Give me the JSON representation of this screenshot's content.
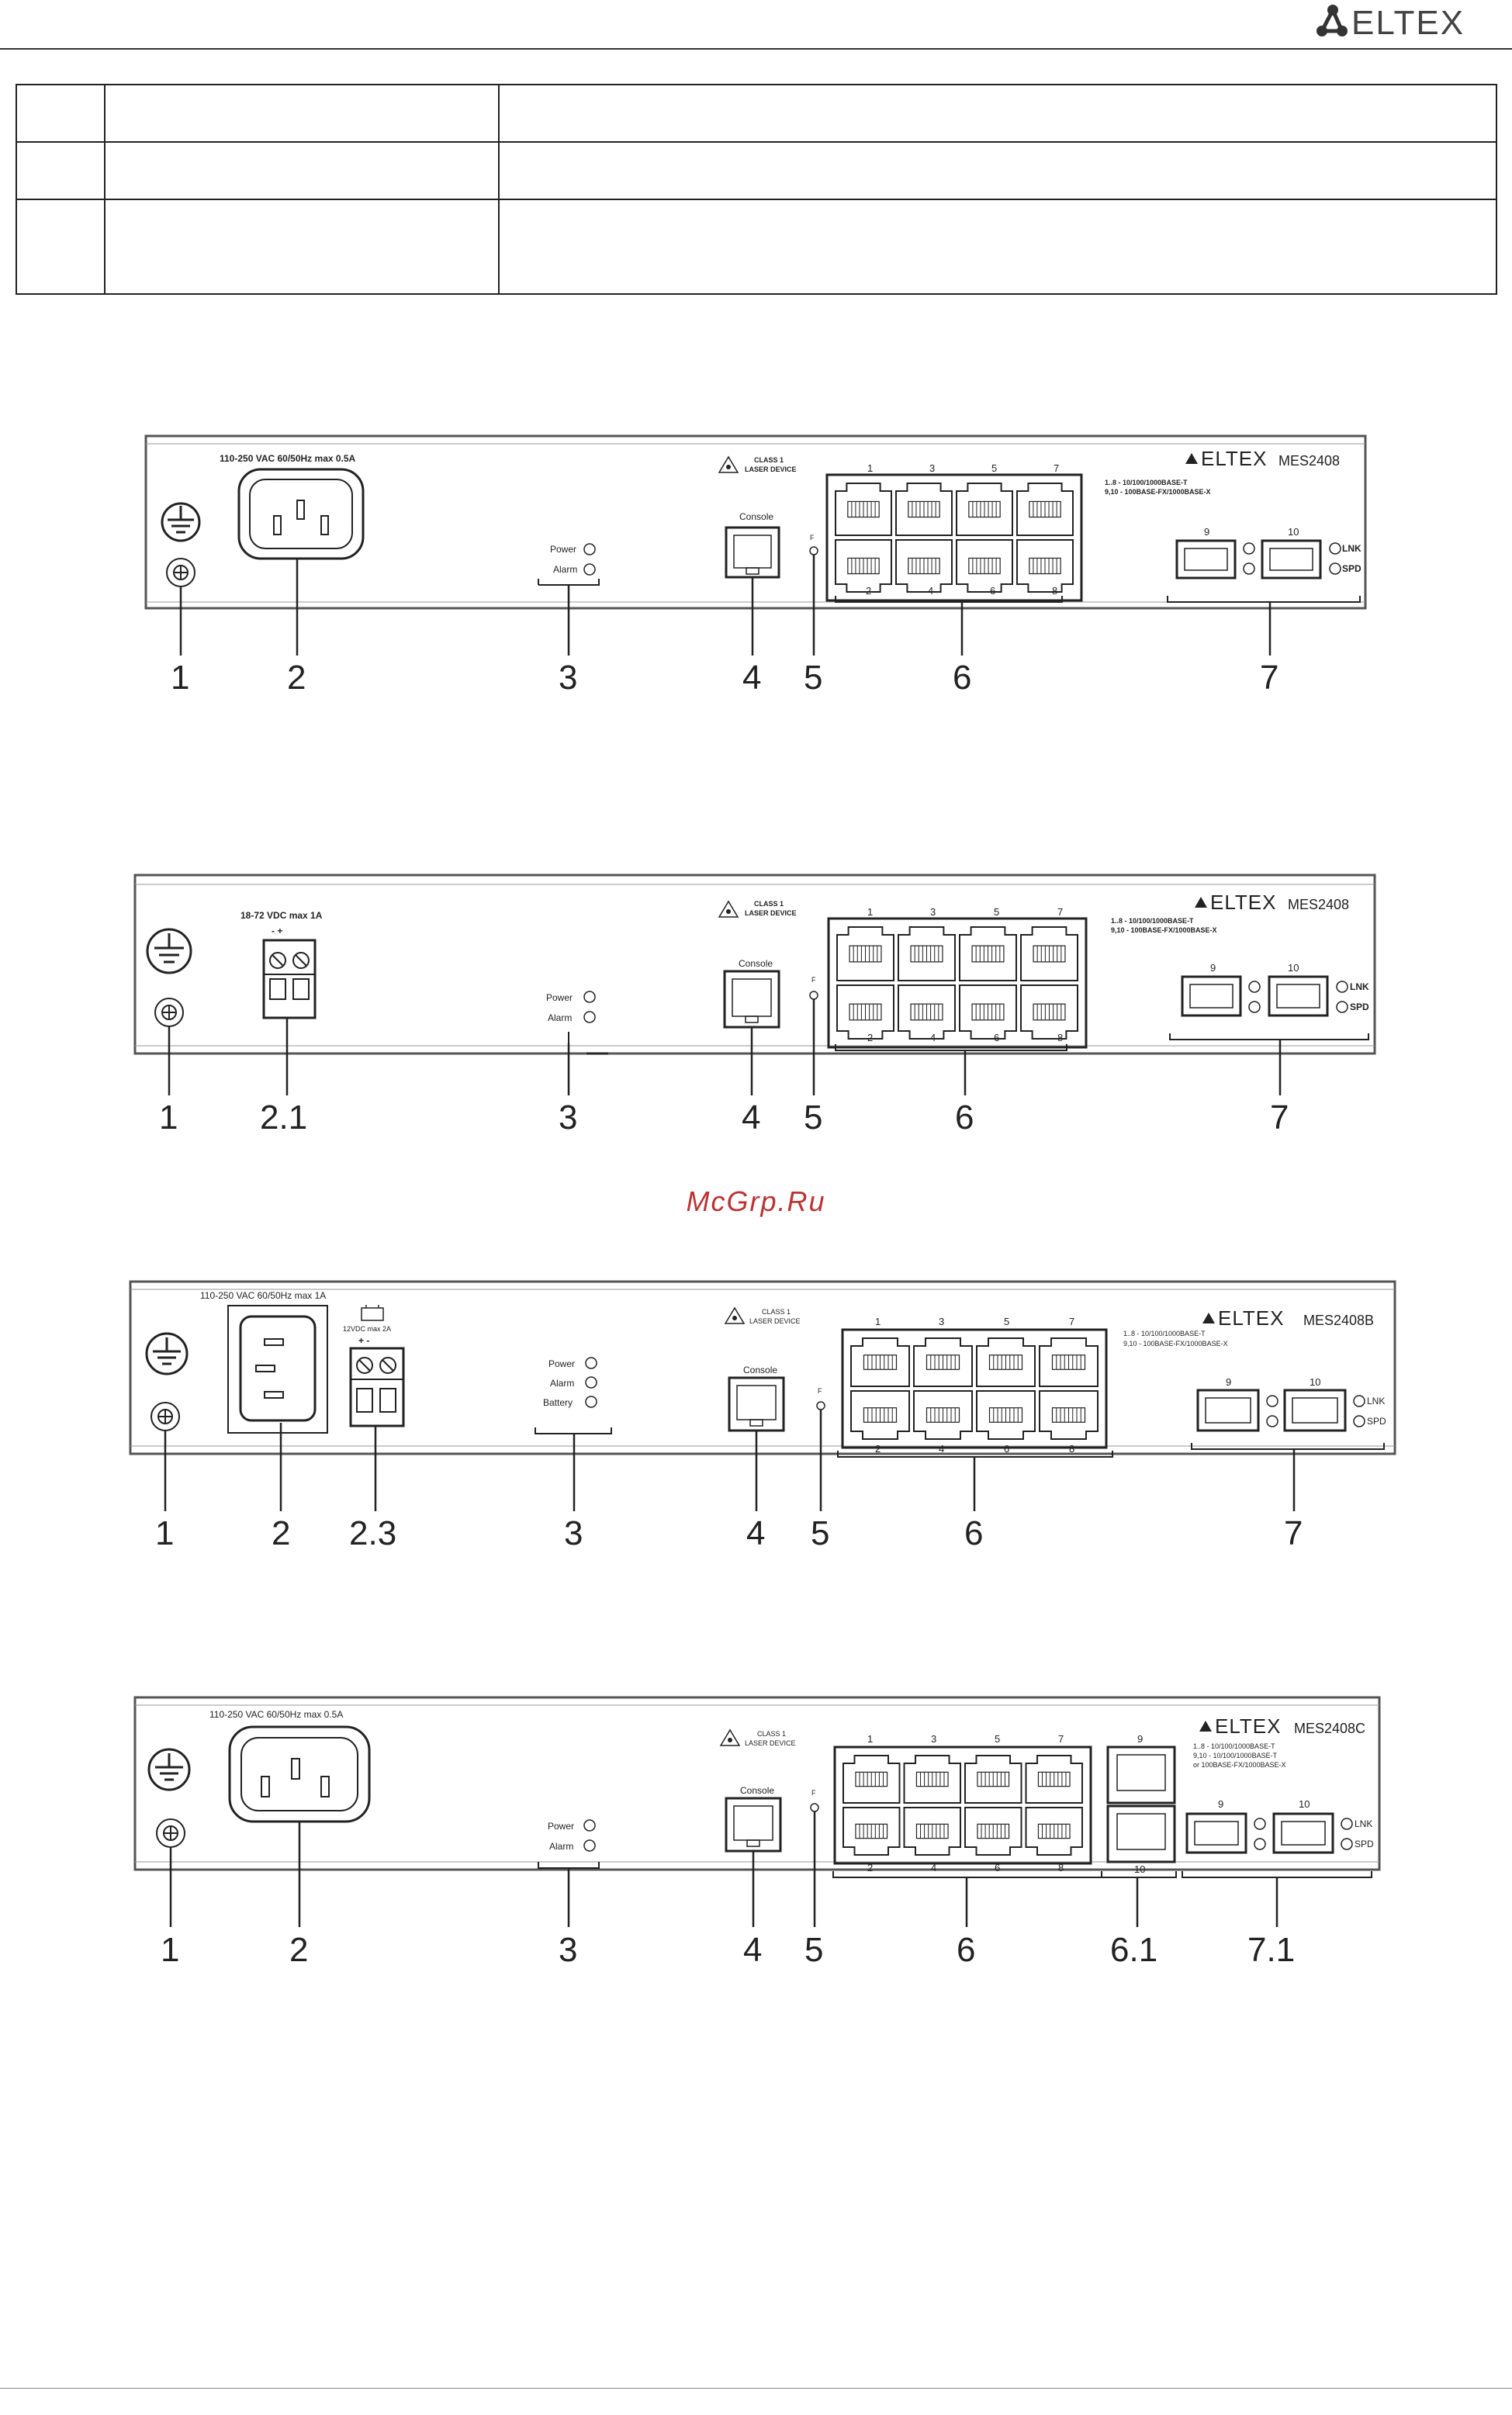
{
  "header": {
    "logo_text": "ELTEX"
  },
  "table": {
    "rows": [
      [
        "",
        "",
        ""
      ],
      [
        "",
        "",
        ""
      ],
      [
        "",
        "",
        ""
      ]
    ]
  },
  "watermark": "McGrp.Ru",
  "common": {
    "class1": "CLASS 1",
    "laser": "LASER DEVICE",
    "console": "Console",
    "power": "Power",
    "alarm": "Alarm",
    "battery": "Battery",
    "f": "F",
    "lnk": "LNK",
    "spd": "SPD",
    "brand": "ELTEX",
    "port_top": [
      "1",
      "3",
      "5",
      "7"
    ],
    "port_bottom": [
      "2",
      "4",
      "6",
      "8"
    ],
    "sfp9": "9",
    "sfp10": "10"
  },
  "panels": [
    {
      "id": "p1",
      "power_label": "110-250 VAC 60/50Hz max 0.5A",
      "model": "MES2408",
      "desc": [
        "1..8 - 10/100/1000BASE-T",
        "9,10 - 100BASE-FX/1000BASE-X"
      ],
      "callouts": [
        "1",
        "2",
        "3",
        "4",
        "5",
        "6",
        "7"
      ]
    },
    {
      "id": "p2",
      "power_label": "18-72 VDC max 1A",
      "terminal_sign": "- +",
      "model": "MES2408",
      "desc": [
        "1..8 - 10/100/1000BASE-T",
        "9,10 - 100BASE-FX/1000BASE-X"
      ],
      "callouts": [
        "1",
        "2.1",
        "3",
        "4",
        "5",
        "6",
        "7"
      ]
    },
    {
      "id": "p3",
      "power_label": "110-250 VAC 60/50Hz max 1A",
      "battery_label": "12VDC max 2A",
      "terminal_sign": "+ -",
      "model": "MES2408B",
      "desc": [
        "1..8 - 10/100/1000BASE-T",
        "9,10 - 100BASE-FX/1000BASE-X"
      ],
      "callouts": [
        "1",
        "2",
        "2.3",
        "3",
        "4",
        "5",
        "6",
        "7"
      ]
    },
    {
      "id": "p4",
      "power_label": "110-250 VAC 60/50Hz max 0.5A",
      "model": "MES2408C",
      "desc": [
        "1..8 - 10/100/1000BASE-T",
        "9,10 - 10/100/1000BASE-T",
        "or 100BASE-FX/1000BASE-X"
      ],
      "combo_top": "9",
      "combo_bottom": "10",
      "callouts": [
        "1",
        "2",
        "3",
        "4",
        "5",
        "6",
        "6.1",
        "7.1"
      ]
    }
  ]
}
